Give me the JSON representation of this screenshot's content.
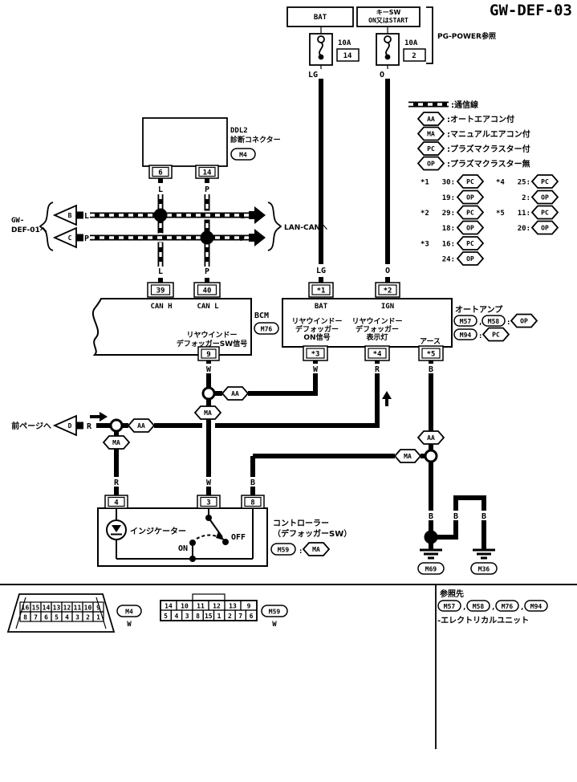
{
  "title": "GW-DEF-03",
  "colors": {
    "line": "#000000",
    "bg": "#ffffff"
  },
  "power": {
    "bat": "BAT",
    "key_sw1": "キーSW",
    "key_sw2": "ON又はSTART",
    "pg_ref": "PG-POWER参照",
    "fuse1_amp": "10A",
    "fuse1_num": "14",
    "fuse2_amp": "10A",
    "fuse2_num": "2"
  },
  "wire_labels": {
    "lg": "LG",
    "o": "O",
    "l": "L",
    "p": "P",
    "w": "W",
    "r": "R",
    "b": "B"
  },
  "ddl2": {
    "line1": "DDL2",
    "line2": "診断コネクター",
    "conn": "M4",
    "pin6": "6",
    "pin14": "14"
  },
  "canbus": {
    "from1": "GW-",
    "from2": "DEF-01へ",
    "tri_b": "B",
    "tri_c": "C",
    "to": "LAN-CANへ"
  },
  "legend": {
    "comm": ":通信線",
    "items": [
      {
        "tag": "AA",
        "label": ":オートエアコン付"
      },
      {
        "tag": "MA",
        "label": ":マニュアルエアコン付"
      },
      {
        "tag": "PC",
        "label": ":プラズマクラスター付"
      },
      {
        "tag": "OP",
        "label": ":プラズマクラスター無"
      }
    ],
    "rows": [
      {
        "star": "*1",
        "pc": "30:",
        "op": "19:"
      },
      {
        "star": "*2",
        "pc": "29:",
        "op": "18:"
      },
      {
        "star": "*3",
        "pc": "16:",
        "op": "24:"
      },
      {
        "star": "*4",
        "pc": "25:",
        "op": "2:"
      },
      {
        "star": "*5",
        "pc": "11:",
        "op": "20:"
      }
    ],
    "pc": "PC",
    "op": "OP"
  },
  "bcm": {
    "pin39": "39",
    "pin40": "40",
    "can_h": "CAN H",
    "can_l": "CAN L",
    "name": "BCM",
    "conn": "M76",
    "sig1": "リヤウインドー",
    "sig2": "デフォッガーSW信号",
    "pin9": "9"
  },
  "amp": {
    "pin1": "*1",
    "pin2": "*2",
    "bat": "BAT",
    "ign": "IGN",
    "on1": "リヤウインドー",
    "on2": "デフォッガー",
    "on3": "ON信号",
    "ind1": "リヤウインドー",
    "ind2": "デフォッガー",
    "ind3": "表示灯",
    "earth": "アース",
    "pin3": "*3",
    "pin4": "*4",
    "pin5": "*5",
    "name": "オートアンプ",
    "c1": "M57",
    "c2": "M58",
    "c2tag": "OP",
    "c3": "M94",
    "c3tag": "PC",
    "comma": ",",
    "colon": ":"
  },
  "prev": {
    "label": "前ページへ",
    "tri": "D"
  },
  "tags": {
    "aa": "AA",
    "ma": "MA"
  },
  "controller": {
    "pin4": "4",
    "pin3": "3",
    "pin8": "8",
    "indicator": "インジケーター",
    "on": "ON",
    "off": "OFF",
    "name1": "コントローラー",
    "name2": "（デフォッガーSW）",
    "conn": "M59",
    "colon": ":",
    "tag": "MA"
  },
  "grounds": {
    "g1": "M69",
    "g2": "M36"
  },
  "conn_m4": {
    "id": "M4",
    "color": "W",
    "row1": [
      "16",
      "15",
      "14",
      "13",
      "12",
      "11",
      "10",
      "9"
    ],
    "row2": [
      "8",
      "7",
      "6",
      "5",
      "4",
      "3",
      "2",
      "1"
    ]
  },
  "conn_m59": {
    "id": "M59",
    "color": "W",
    "row1": [
      "14",
      "10",
      "11",
      "12",
      "13",
      "9"
    ],
    "row2": [
      "5",
      "4",
      "3",
      "8",
      "15",
      "1",
      "2",
      "7",
      "6"
    ]
  },
  "footer": {
    "head": "参照先",
    "r1": "M57",
    "r2": "M58",
    "r3": "M76",
    "r4": "M94",
    "sep": ",",
    "note": "-エレクトリカルユニット"
  }
}
